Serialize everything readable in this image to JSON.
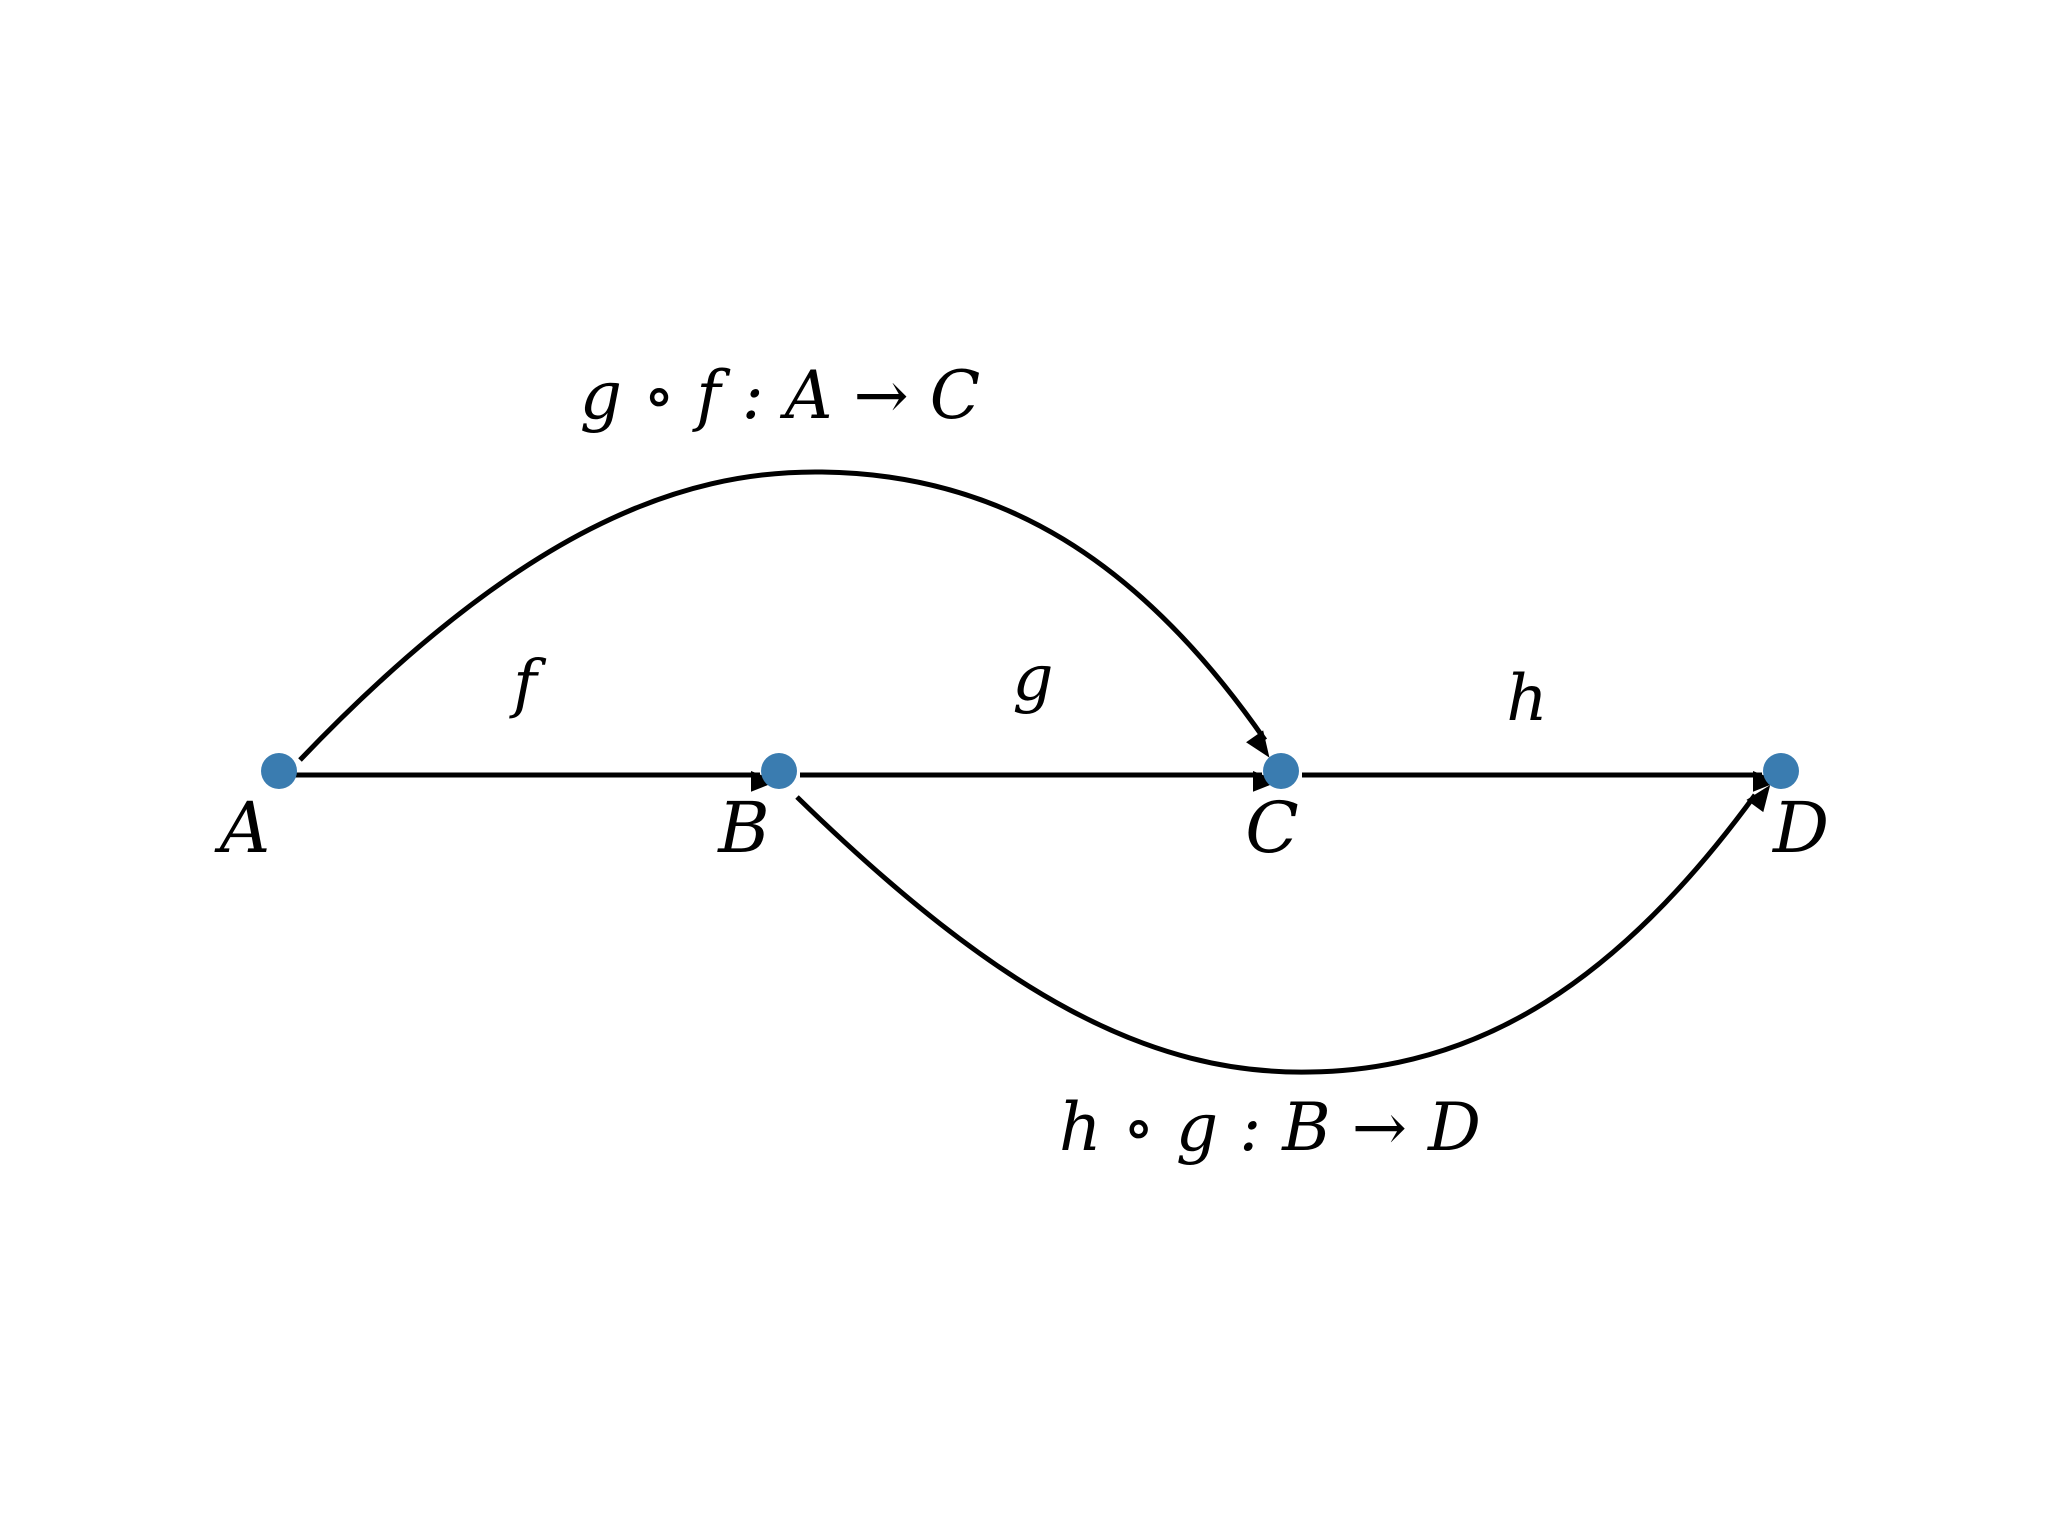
{
  "diagram": {
    "nodes": [
      {
        "id": "A",
        "label": "A"
      },
      {
        "id": "B",
        "label": "B"
      },
      {
        "id": "C",
        "label": "C"
      },
      {
        "id": "D",
        "label": "D"
      }
    ],
    "edges": [
      {
        "id": "f",
        "from": "A",
        "to": "B",
        "label": "f"
      },
      {
        "id": "g",
        "from": "B",
        "to": "C",
        "label": "g"
      },
      {
        "id": "h",
        "from": "C",
        "to": "D",
        "label": "h"
      },
      {
        "id": "gf",
        "from": "A",
        "to": "C",
        "label": "g ∘ f : A → C"
      },
      {
        "id": "hg",
        "from": "B",
        "to": "D",
        "label": "h ∘ g : B → D"
      }
    ]
  },
  "colors": {
    "node": "#3A7CB0",
    "edge": "#000000",
    "background": "#ffffff"
  }
}
